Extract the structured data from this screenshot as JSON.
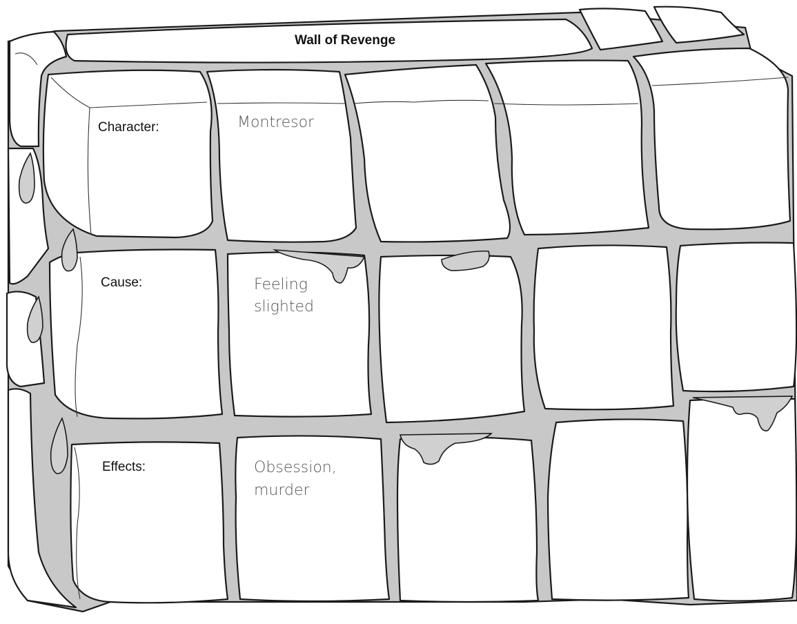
{
  "title": "Wall of Revenge",
  "rows": [
    {
      "label": "Character:",
      "entry": [
        "Montresor"
      ]
    },
    {
      "label": "Cause:",
      "entry": [
        "Feeling",
        "slighted"
      ]
    },
    {
      "label": "Effects:",
      "entry": [
        "Obsession,",
        "murder"
      ]
    }
  ],
  "colors": {
    "mortar": "#c8c8c8",
    "stone": "#ffffff",
    "outline": "#1a1a1a",
    "entry_text": "#555555"
  }
}
